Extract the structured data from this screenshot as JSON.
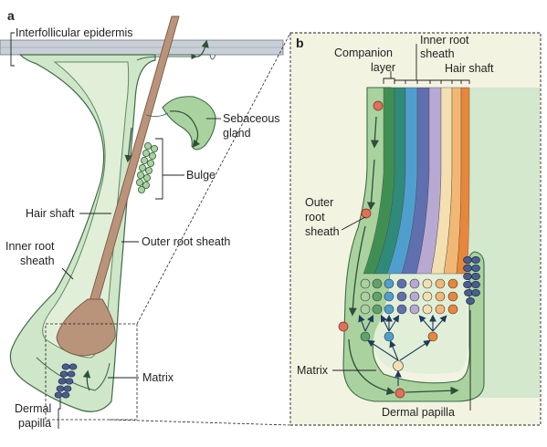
{
  "panel_a": {
    "letter": "a",
    "labels": {
      "interfollicular_epidermis": "Interfollicular epidermis",
      "sebaceous_gland": [
        "Sebaceous",
        "gland"
      ],
      "bulge": "Bulge",
      "hair_shaft": "Hair shaft",
      "outer_root_sheath": "Outer root sheath",
      "inner_root_sheath": [
        "Inner root",
        "sheath"
      ],
      "matrix": "Matrix",
      "dermal_papilla": [
        "Dermal",
        "papilla"
      ]
    }
  },
  "panel_b": {
    "letter": "b",
    "labels": {
      "companion_layer": [
        "Companion",
        "layer"
      ],
      "inner_root_sheath": [
        "Inner root",
        "sheath"
      ],
      "hair_shaft": "Hair shaft",
      "outer_root_sheath": [
        "Outer",
        "root",
        "sheath"
      ],
      "matrix": "Matrix",
      "dermal_papilla": "Dermal papilla"
    }
  },
  "colors": {
    "sheath_light": "#cfe6c8",
    "sheath_mid": "#a9d29f",
    "sheath_line": "#3d6b47",
    "epidermis": "#c9cfd6",
    "hair": "#b9937a",
    "panel_bg": "#f3f3e2",
    "cell_orange": "#e8873a",
    "cell_navy": "#4a5d8f",
    "cell_red": "#e0705a",
    "stripes": [
      "#3f8f52",
      "#2f8a7a",
      "#4f9fce",
      "#5f6fb0",
      "#b8a9d3",
      "#f3dfb0",
      "#f2b774",
      "#e8873a"
    ]
  }
}
